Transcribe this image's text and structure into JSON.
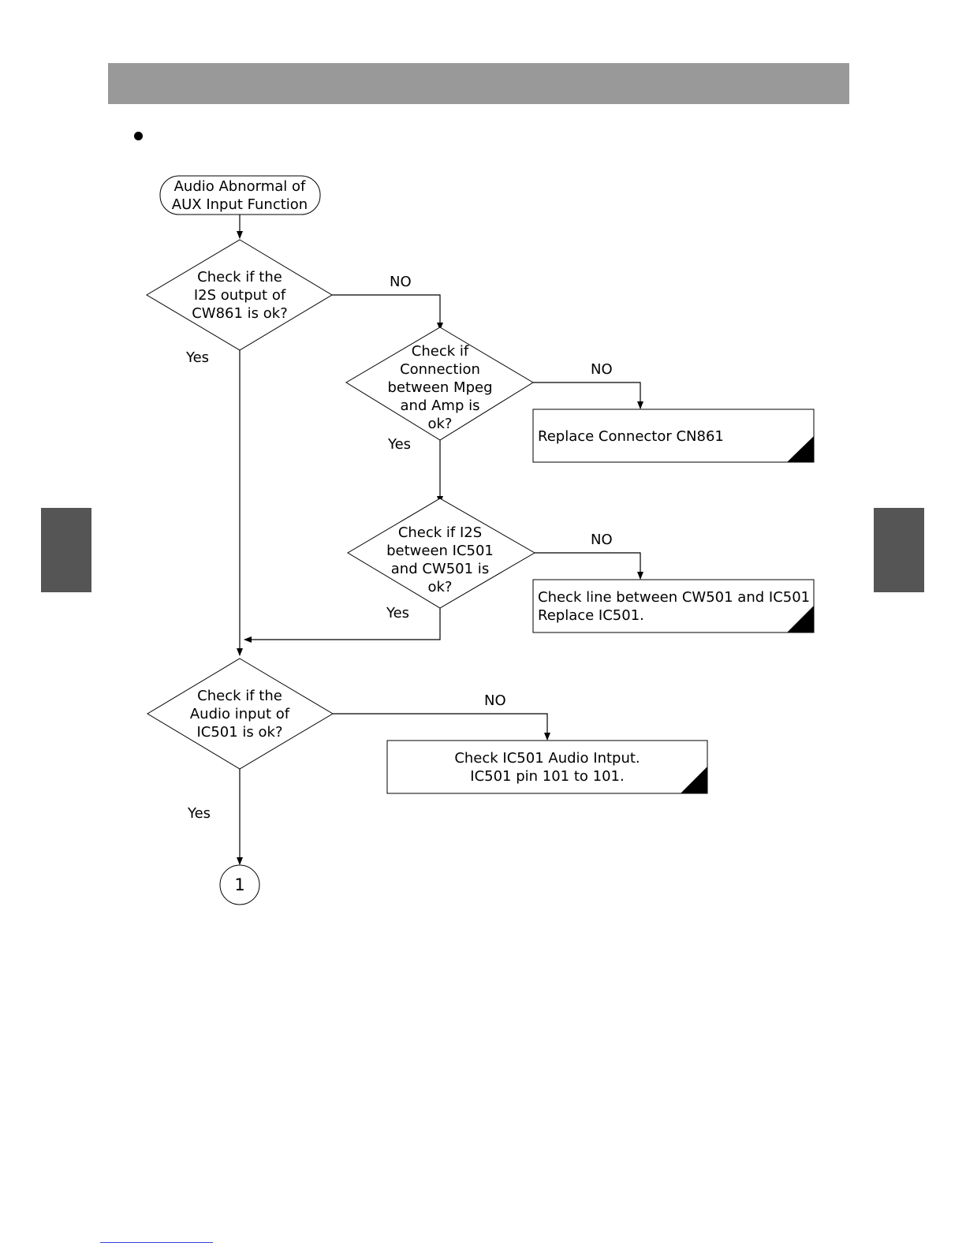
{
  "start": {
    "lines": [
      "Audio Abnormal of",
      "AUX Input Function"
    ]
  },
  "decision1": {
    "lines": [
      "Check if the",
      "I2S output of",
      "CW861 is ok?"
    ]
  },
  "decision2": {
    "lines": [
      "Check if",
      "Connection",
      "between Mpeg",
      "and Amp is",
      "ok?"
    ]
  },
  "decision3": {
    "lines": [
      "Check if I2S",
      "between IC501",
      "and CW501 is",
      "ok?"
    ]
  },
  "decision4": {
    "lines": [
      "Check if the",
      "Audio input of",
      "IC501 is ok?"
    ]
  },
  "box1": {
    "lines": [
      "Replace Connector CN861"
    ]
  },
  "box2": {
    "lines": [
      "Check line between CW501 and IC501",
      "Replace IC501."
    ]
  },
  "box3": {
    "lines": [
      "Check IC501 Audio Intput.",
      "IC501 pin 101 to 101."
    ]
  },
  "connector": {
    "label": "1"
  },
  "edge_labels": {
    "yes": "Yes",
    "no": "NO"
  },
  "colors": {
    "header_bar": "#999999",
    "side_tab": "#555555"
  }
}
